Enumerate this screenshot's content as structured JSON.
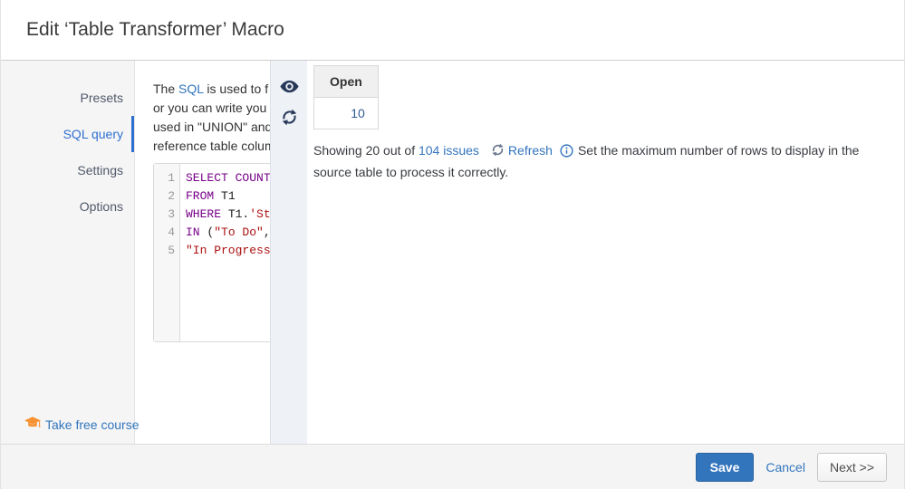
{
  "window": {
    "title": "Edit ‘Table Transformer’ Macro"
  },
  "sidebar": {
    "items": [
      {
        "label": "Presets",
        "active": false
      },
      {
        "label": "SQL query",
        "active": true
      },
      {
        "label": "Settings",
        "active": false
      },
      {
        "label": "Options",
        "active": false
      }
    ],
    "course_link_label": "Take free course"
  },
  "sql_panel": {
    "description": {
      "line1_prefix": "The ",
      "line1_link": "SQL",
      "line1_suffix": " is used to f",
      "line2": "or you can write you",
      "line3": "used in \"UNION\" and",
      "line4": "reference table colum"
    },
    "editor": {
      "lines": [
        {
          "num": "1",
          "t1": "SELECT COUNT"
        },
        {
          "num": "2",
          "t1": "FROM",
          "t2": " T1"
        },
        {
          "num": "3",
          "t1": "WHERE",
          "t2": " T1.",
          "t3": "'St"
        },
        {
          "num": "4",
          "t1": "IN",
          "t2": " (",
          "t3": "\"To Do\"",
          "t4": ","
        },
        {
          "num": "5",
          "t3": "\"In Progress"
        }
      ]
    }
  },
  "preview": {
    "table": {
      "header": "Open",
      "value": "10"
    },
    "status": {
      "prefix": "Showing 20 out of ",
      "issues_link": "104 issues",
      "refresh_label": "Refresh",
      "note": "Set the maximum number of rows to display in the source table to process it correctly."
    }
  },
  "footer": {
    "save_label": "Save",
    "cancel_label": "Cancel",
    "next_label": "Next >>"
  },
  "icons": {
    "eye_icon": "◉",
    "sync_icon": "⟳",
    "refresh_icon": "⟳",
    "info_icon": "ⓘ",
    "course_icon": "🎓"
  },
  "colors": {
    "accent_blue": "#3375bd",
    "sidebar_active_blue": "#2f6fd0",
    "save_button_blue": "#3375bd",
    "sql_keyword": "#770088",
    "sql_string": "#aa1111",
    "preview_value_blue": "#305a94",
    "strip_icon_dark": "#253858",
    "course_icon_orange": "#f79232"
  }
}
